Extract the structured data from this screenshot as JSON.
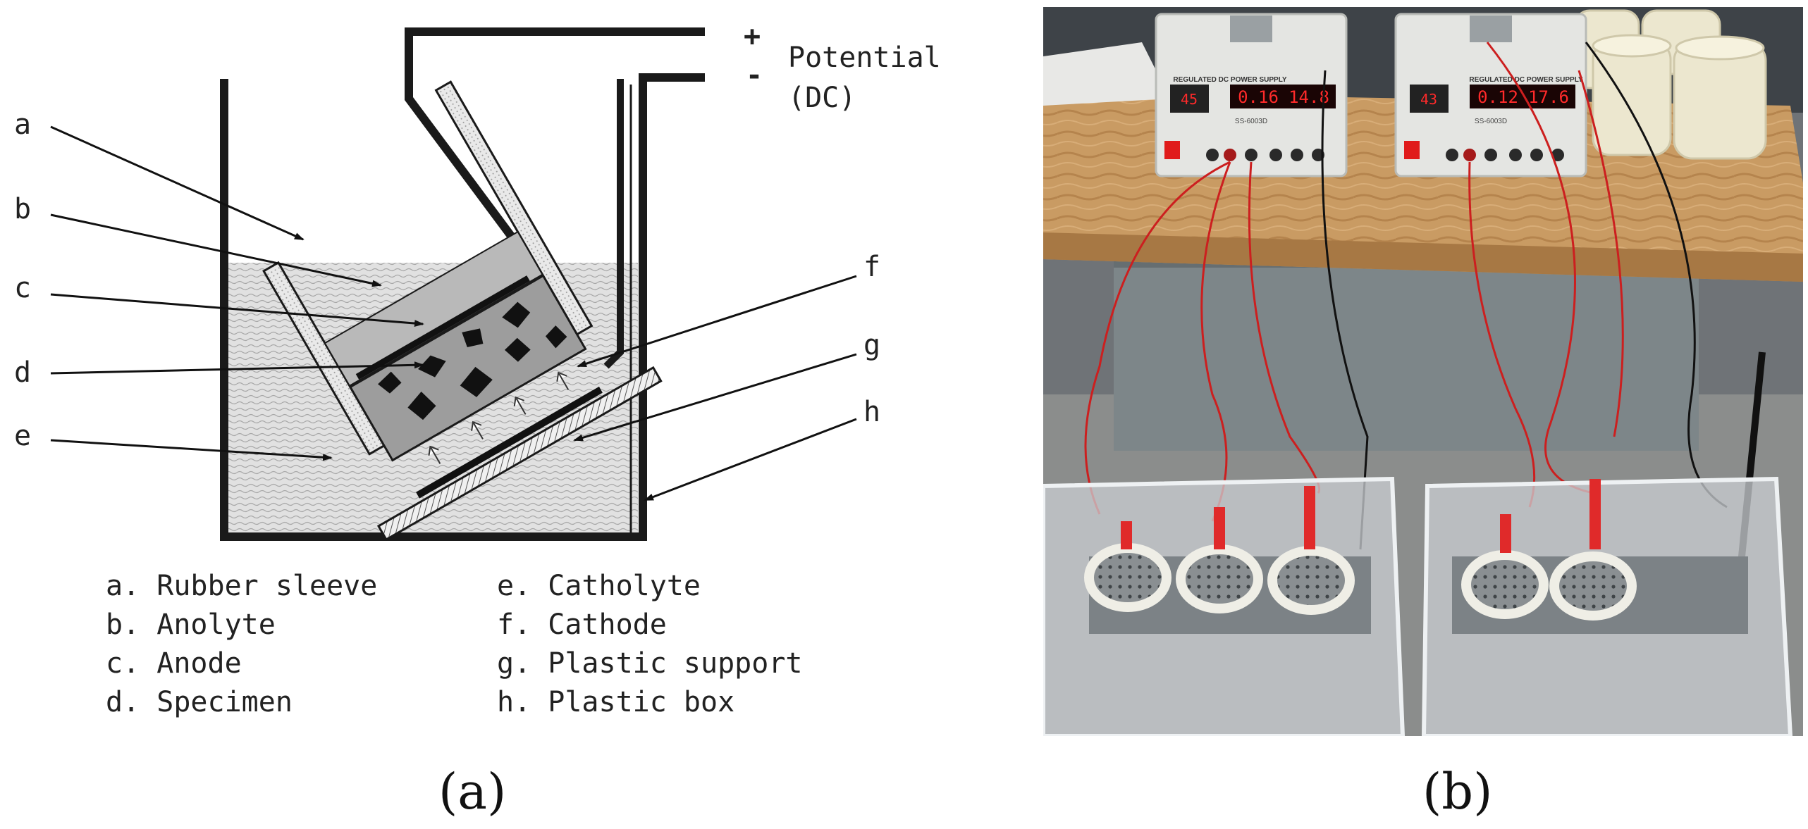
{
  "diagram": {
    "potential": {
      "plus": "+",
      "minus": "-",
      "line1": "Potential",
      "line2": "(DC)"
    },
    "letters": [
      "a",
      "b",
      "c",
      "d",
      "e",
      "f",
      "g",
      "h"
    ],
    "legend_left": [
      "a. Rubber sleeve",
      "b. Anolyte",
      "c. Anode",
      "d. Specimen"
    ],
    "legend_right": [
      "e. Catholyte",
      "f. Cathode",
      "g. Plastic support",
      "h. Plastic box"
    ],
    "caption": "(a)"
  },
  "photo": {
    "caption": "(b)",
    "supply_label": "REGULATED DC POWER SUPPLY",
    "units": [
      {
        "model": "SS-6003D",
        "temp": "45",
        "volts": "0.16",
        "amps": "14.8"
      },
      {
        "model": "SS-6003D",
        "temp": "43",
        "volts": "0.12",
        "amps": "17.6"
      }
    ]
  },
  "colors": {
    "line": "#1a1a1a",
    "catholyte": "#dcdcdc",
    "anolyte": "#b8b8b8",
    "display": "#ff2a2a",
    "wire": "#cc1f1f"
  }
}
